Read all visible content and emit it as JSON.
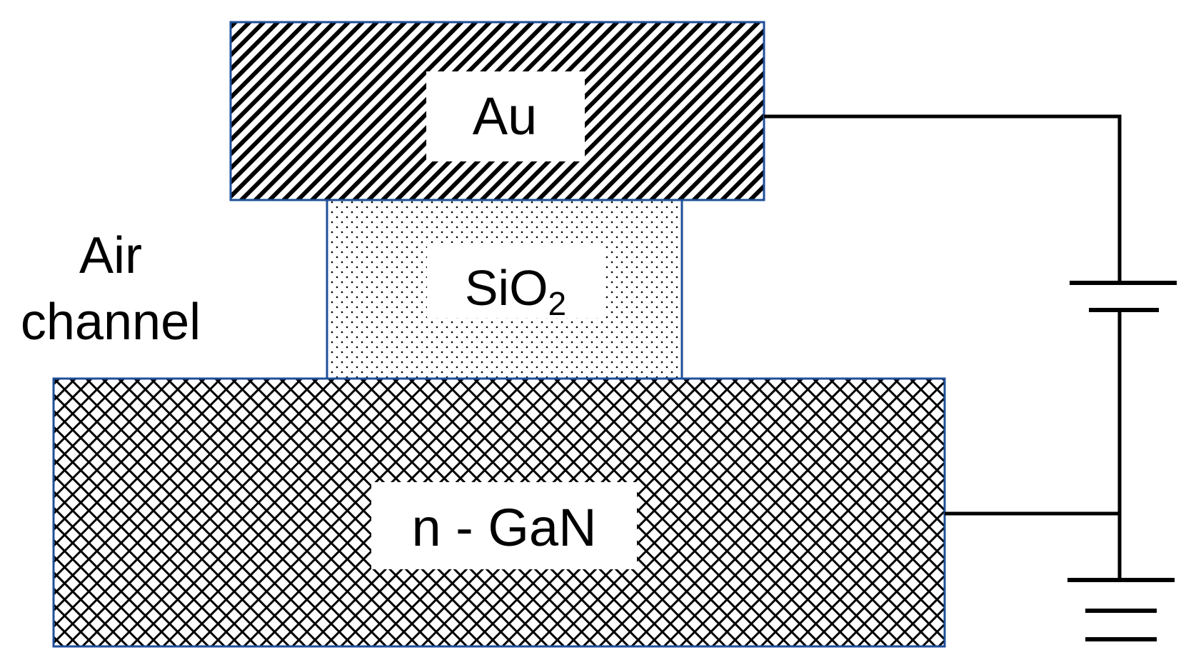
{
  "layers": {
    "au": {
      "label": "Au"
    },
    "sio2": {
      "label_main": "SiO",
      "label_subscript": "2"
    },
    "gan": {
      "label": "n - GaN"
    }
  },
  "annotation": {
    "line1": "Air",
    "line2": "channel"
  },
  "circuit": {
    "battery_symbol": "battery-icon",
    "ground_symbol": "ground-icon"
  },
  "colors": {
    "layer_border": "#1f4f9a",
    "ink": "#000000",
    "background": "#ffffff"
  }
}
